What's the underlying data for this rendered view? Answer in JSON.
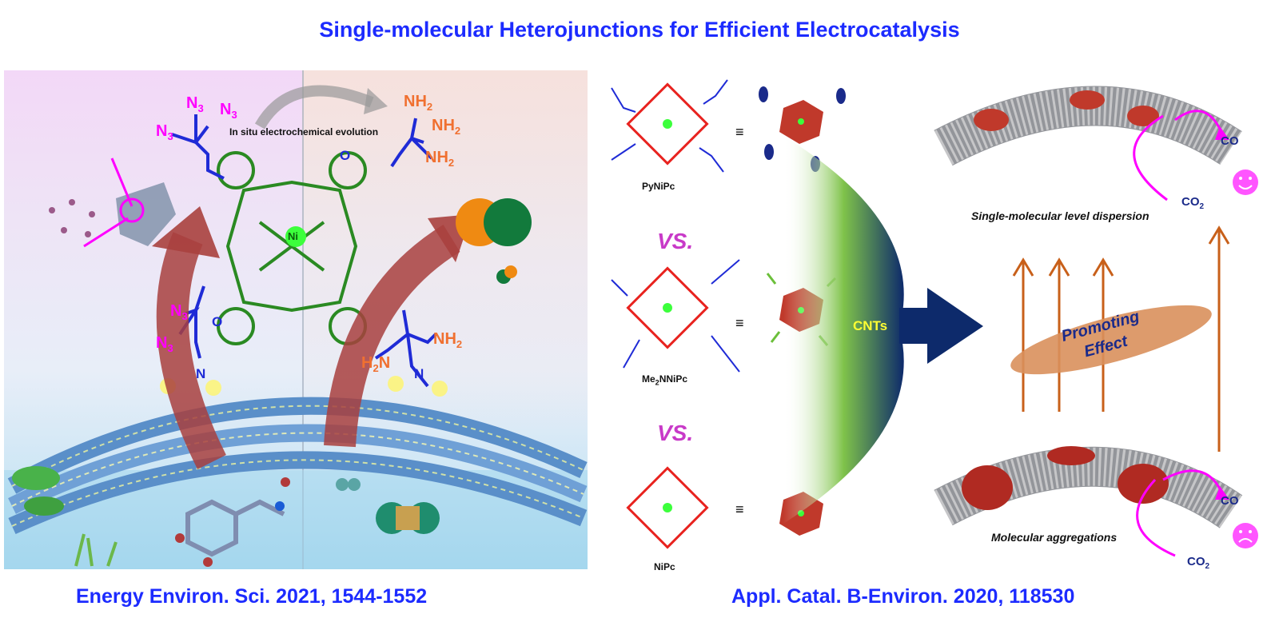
{
  "title": "Single-molecular Heterojunctions for Efficient Electrocatalysis",
  "left_panel": {
    "caption": "In situ electrochemical evolution",
    "n3_label": "N",
    "n3_sub": "3",
    "nh2_label": "NH",
    "nh2_sub": "2",
    "h2n_label": "H",
    "h2n_sub": "2",
    "h2n_n": "N",
    "metal": "Ni",
    "n_atom": "N",
    "o_atom": "O",
    "citation": "Energy Environ. Sci. 2021, 1544-1552"
  },
  "right_panel": {
    "molecules": [
      {
        "name": "PyNiPc"
      },
      {
        "name_main": "Me",
        "name_sub": "2",
        "name_rest": "NNiPc"
      },
      {
        "name": "NiPc"
      }
    ],
    "vs_label": "VS.",
    "equiv": "≡",
    "cnts_label": "CNTs",
    "top_caption": "Single-molecular level dispersion",
    "bottom_caption": "Molecular aggregations",
    "promoting_line1": "Promoting",
    "promoting_line2": "Effect",
    "co_label": "CO",
    "co2_label": "CO",
    "co2_sub": "2",
    "colors": {
      "title": "#1c2bff",
      "molecule": "#e8231f",
      "cnts": "#ffff33",
      "arrow": "#0d2a6b",
      "magenta": "#ff00ff",
      "orange_arrow": "#c8601a"
    },
    "citation": "Appl. Catal. B-Environ. 2020, 118530"
  }
}
